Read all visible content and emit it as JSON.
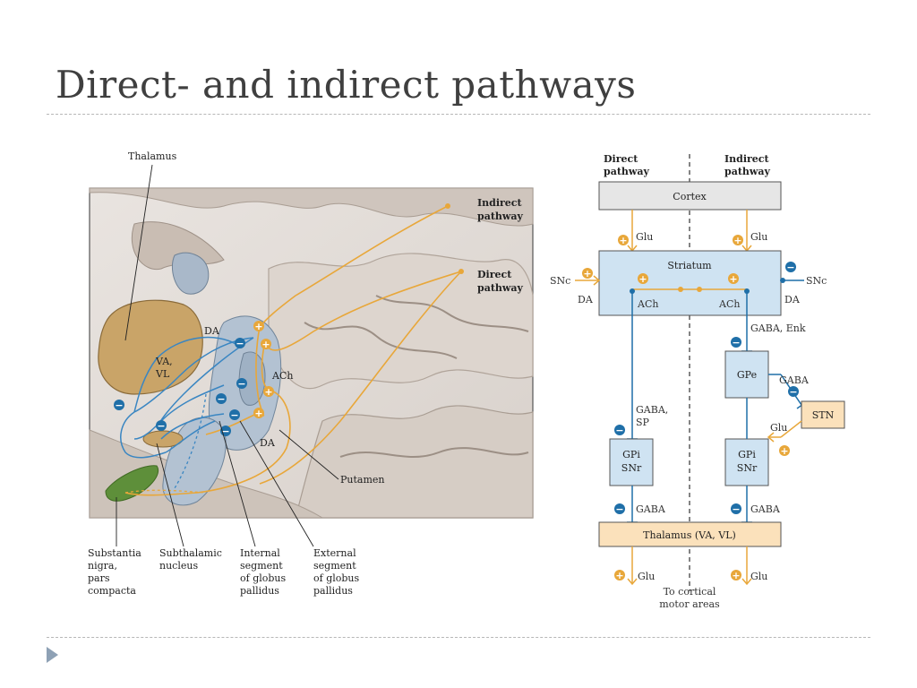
{
  "slide": {
    "title": "Direct- and indirect pathways"
  },
  "left_figure": {
    "labels": {
      "thalamus": "Thalamus",
      "indirect_pathway": [
        "Indirect",
        "pathway"
      ],
      "direct_pathway": [
        "Direct",
        "pathway"
      ],
      "va_vl": [
        "VA,",
        "VL"
      ],
      "da_top": "DA",
      "ach": "ACh",
      "da_bottom": "DA",
      "putamen": "Putamen"
    },
    "callouts": {
      "substantia_nigra": [
        "Substantia",
        "nigra,",
        "pars",
        "compacta"
      ],
      "subthalamic": [
        "Subthalamic",
        "nucleus"
      ],
      "internal_gp": [
        "Internal",
        "segment",
        "of globus",
        "pallidus"
      ],
      "external_gp": [
        "External",
        "segment",
        "of globus",
        "pallidus"
      ]
    }
  },
  "right_diagram": {
    "column_headers": {
      "direct": [
        "Direct",
        "pathway"
      ],
      "indirect": [
        "Indirect",
        "pathway"
      ]
    },
    "boxes": {
      "cortex": "Cortex",
      "striatum": "Striatum",
      "gpe": "GPe",
      "stn": "STN",
      "gpi_left": [
        "GPi",
        "SNr"
      ],
      "gpi_right": [
        "GPi",
        "SNr"
      ],
      "thalamus": "Thalamus (VA, VL)"
    },
    "labels": {
      "glu_cortex_left": "Glu",
      "glu_cortex_right": "Glu",
      "snc_left": "SNc",
      "snc_right": "SNc",
      "da_left": "DA",
      "da_right": "DA",
      "ach_left": "ACh",
      "ach_right": "ACh",
      "gaba_enk": "GABA, Enk",
      "gaba_sp": [
        "GABA,",
        "SP"
      ],
      "gaba_gpe_stn": "GABA",
      "glu_stn": "Glu",
      "gaba_left": "GABA",
      "gaba_right": "GABA",
      "glu_out_left": "Glu",
      "glu_out_right": "Glu",
      "to_cortical": [
        "To cortical",
        "motor areas"
      ]
    }
  },
  "colors": {
    "excitatory": "#e8a73a",
    "inhibitory": "#1f6fa8",
    "box_blue": "#cfe3f2",
    "box_orange": "#fbe1bb",
    "box_gray": "#e6e6e6"
  }
}
